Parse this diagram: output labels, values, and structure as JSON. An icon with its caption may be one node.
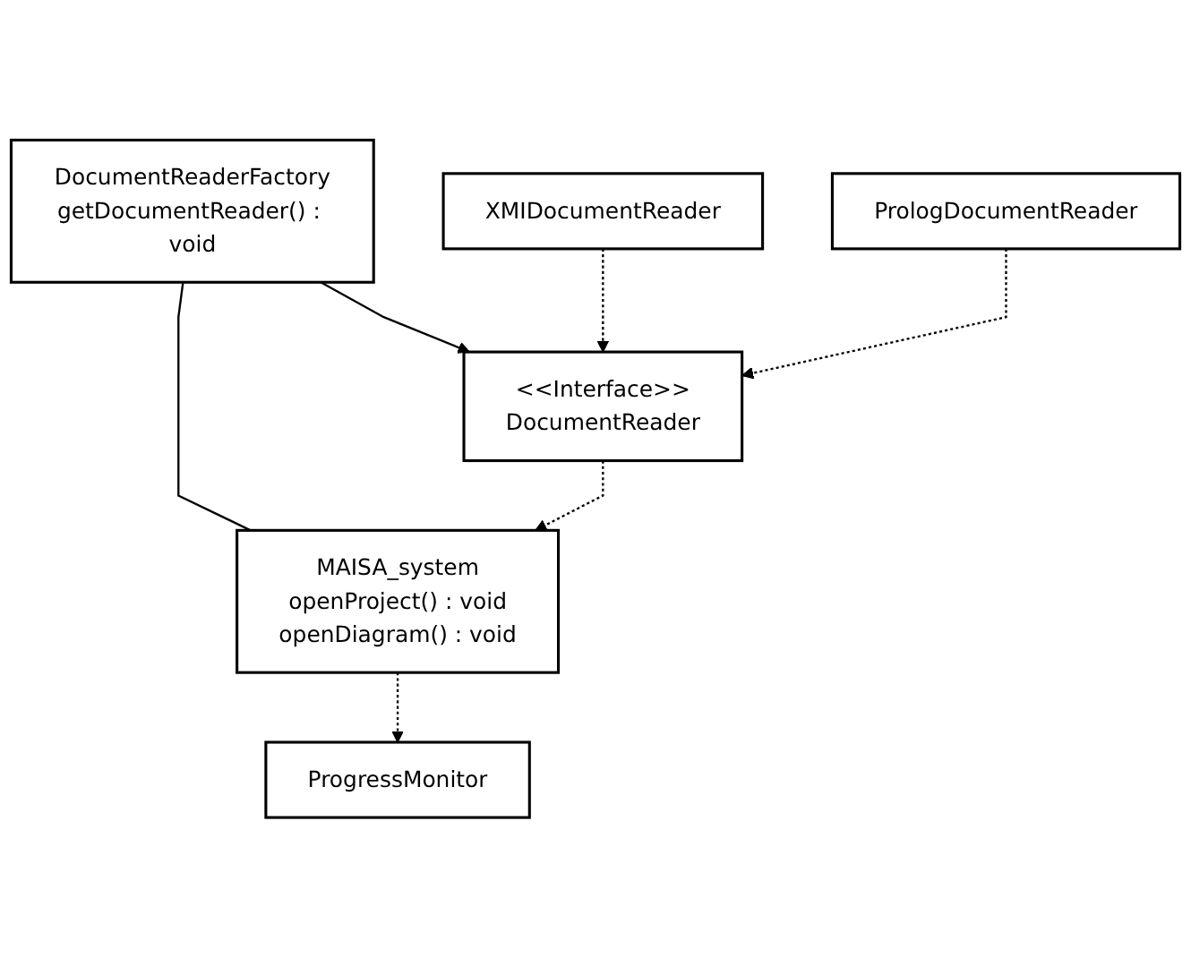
{
  "diagram": {
    "nodes": [
      {
        "text": [
          "DocumentReaderFactory",
          "getDocumentReader() : void"
        ]
      },
      {
        "text": [
          "MAISA_system",
          "openProject() : void",
          "openDiagram() : void"
        ]
      },
      {
        "text": [
          "<<Interface>>",
          "DocumentReader"
        ]
      },
      {
        "text": [
          "ProgressMonitor"
        ]
      },
      {
        "text": [
          "XMIDocumentReader"
        ]
      },
      {
        "text": [
          "PrologDocumentReader"
        ]
      }
    ],
    "edges": [
      {
        "from": 0,
        "to": 1,
        "arrow": "none"
      },
      {
        "from": 0,
        "to": 2,
        "arrow": "to"
      },
      {
        "from": 2,
        "to": 1,
        "arrow": "to",
        "style": "dashed"
      },
      {
        "from": 1,
        "to": 3,
        "arrow": "to",
        "style": "dashed"
      },
      {
        "from": 4,
        "to": 2,
        "arrow": "to",
        "style": "dashed"
      },
      {
        "from": 5,
        "to": 2,
        "arrow": "to",
        "style": "dashed"
      }
    ]
  }
}
